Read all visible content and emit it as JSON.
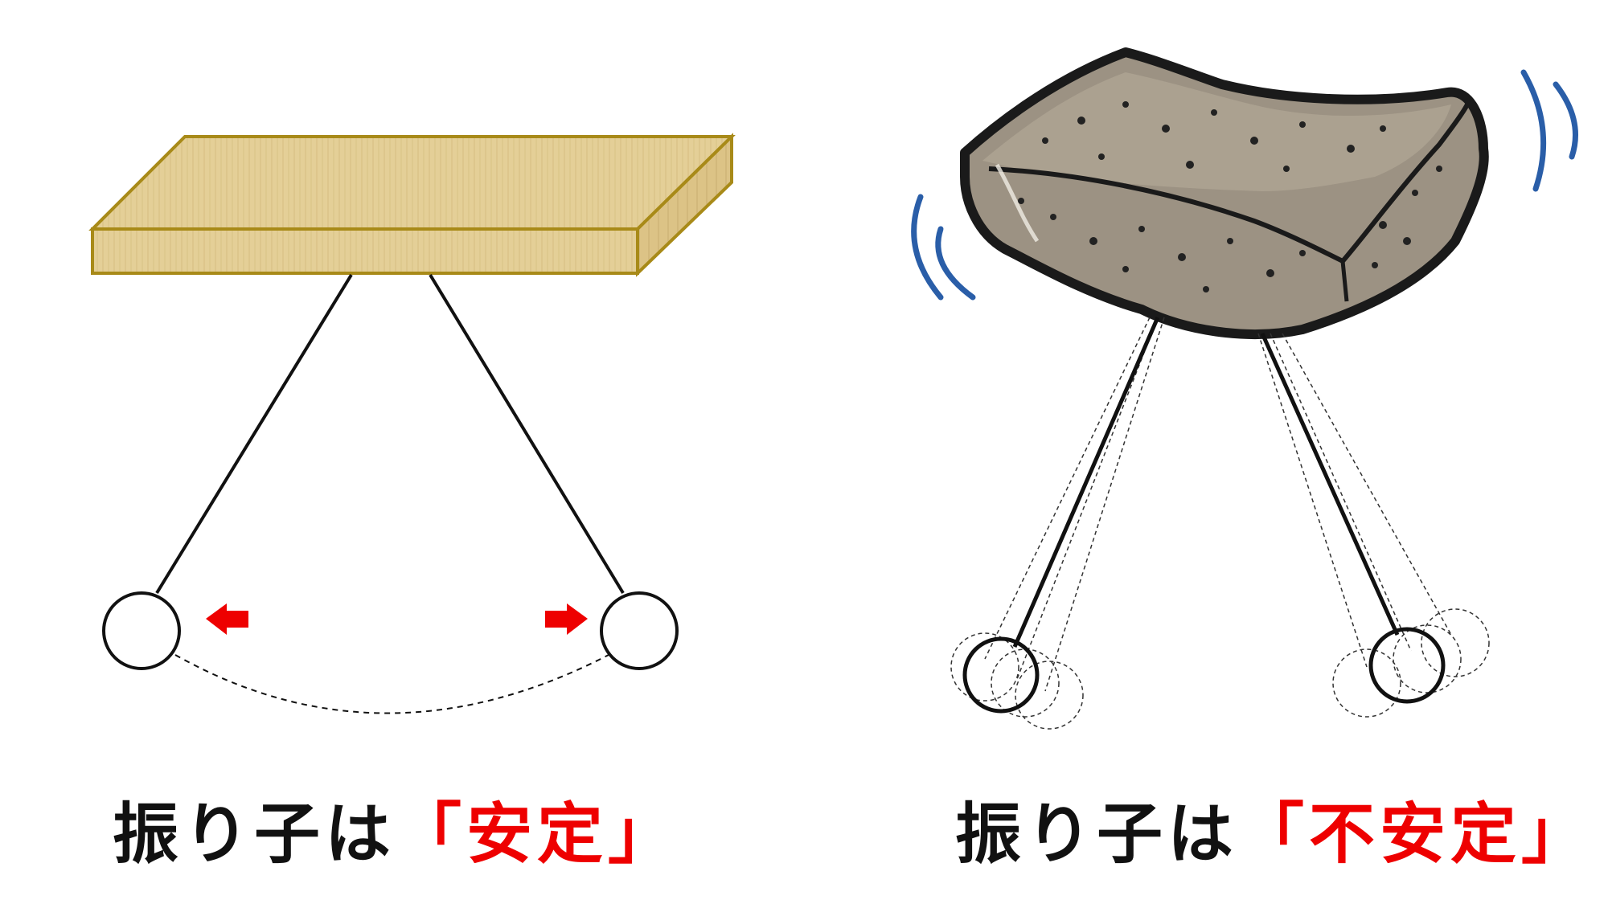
{
  "captions": {
    "left": {
      "prefix": "振り子は",
      "emphasis": "「安定」"
    },
    "right": {
      "prefix": "振り子は",
      "emphasis": "「不安定」"
    }
  },
  "colors": {
    "emphasis_red": "#ee0000",
    "plank_fill": "#e4cf97",
    "plank_edge": "#a88a18",
    "stone_fill": "#9c9283",
    "stone_outline": "#1a1a1a",
    "shake_marks": "#2a5ea8",
    "motion_arrows": "#ee0000"
  },
  "icons": {
    "plank": "wooden-plank",
    "stone": "rough-stone",
    "arrows": "red-motion-arrows",
    "shake": "shake-lines"
  }
}
